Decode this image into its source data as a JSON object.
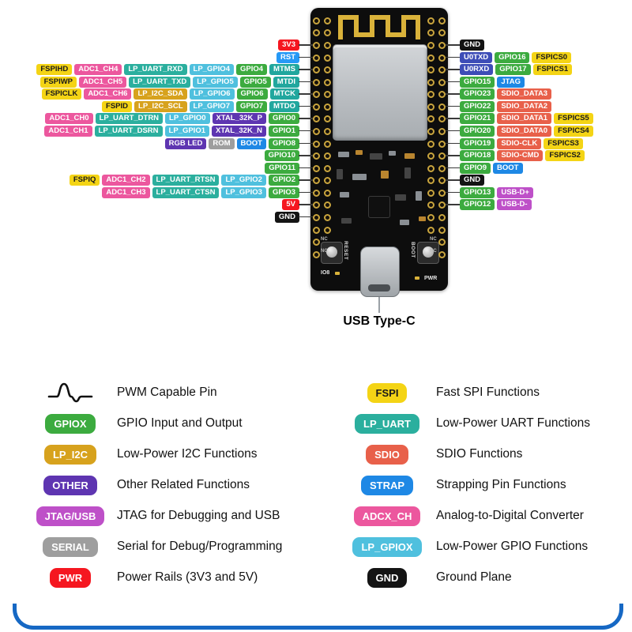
{
  "palette": {
    "gpio": "#3CAB3F",
    "fspi": "#F4D415",
    "lp_uart": "#2BAF9E",
    "lp_gpio": "#4FC0DE",
    "lp_i2c": "#D7A21D",
    "adc": "#EC579E",
    "other": "#5E35B1",
    "jtag_usb": "#BE50C8",
    "serial": "#9E9E9E",
    "strap": "#1E88E5",
    "sdio": "#E8604A",
    "pwr": "#F51720",
    "gnd": "#141414",
    "uart0": "#3D4DB7",
    "rst": "#2699F6",
    "mt": "#21A79E"
  },
  "board": {
    "usb_label": "USB Type-C",
    "silkscreen": {
      "reset": "RESET",
      "boot": "BOOT",
      "io8": "IO8",
      "pwr": "PWR",
      "nc": "NC"
    }
  },
  "pinout": {
    "left_rows": [
      [
        {
          "t": "3V3",
          "c": "pwr"
        }
      ],
      [
        {
          "t": "RST",
          "c": "rst"
        }
      ],
      [
        {
          "t": "FSPIHD",
          "c": "fspi"
        },
        {
          "t": "ADC1_CH4",
          "c": "adc"
        },
        {
          "t": "LP_UART_RXD",
          "c": "lp_uart"
        },
        {
          "t": "LP_GPIO4",
          "c": "lp_gpio"
        },
        {
          "t": "GPIO4",
          "c": "gpio"
        },
        {
          "t": "MTMS",
          "c": "mt"
        }
      ],
      [
        {
          "t": "FSPIWP",
          "c": "fspi"
        },
        {
          "t": "ADC1_CH5",
          "c": "adc"
        },
        {
          "t": "LP_UART_TXD",
          "c": "lp_uart"
        },
        {
          "t": "LP_GPIO5",
          "c": "lp_gpio"
        },
        {
          "t": "GPIO5",
          "c": "gpio"
        },
        {
          "t": "MTDI",
          "c": "mt"
        }
      ],
      [
        {
          "t": "FSPICLK",
          "c": "fspi"
        },
        {
          "t": "ADC1_CH6",
          "c": "adc"
        },
        {
          "t": "LP_I2C_SDA",
          "c": "lp_i2c"
        },
        {
          "t": "LP_GPIO6",
          "c": "lp_gpio"
        },
        {
          "t": "GPIO6",
          "c": "gpio"
        },
        {
          "t": "MTCK",
          "c": "mt"
        }
      ],
      [
        {
          "t": "FSPID",
          "c": "fspi"
        },
        {
          "t": "LP_I2C_SCL",
          "c": "lp_i2c"
        },
        {
          "t": "LP_GPIO7",
          "c": "lp_gpio"
        },
        {
          "t": "GPIO7",
          "c": "gpio"
        },
        {
          "t": "MTDO",
          "c": "mt"
        }
      ],
      [
        {
          "t": "ADC1_CH0",
          "c": "adc"
        },
        {
          "t": "LP_UART_DTRN",
          "c": "lp_uart"
        },
        {
          "t": "LP_GPIO0",
          "c": "lp_gpio"
        },
        {
          "t": "XTAL_32K_P",
          "c": "other"
        },
        {
          "t": "GPIO0",
          "c": "gpio"
        }
      ],
      [
        {
          "t": "ADC1_CH1",
          "c": "adc"
        },
        {
          "t": "LP_UART_DSRN",
          "c": "lp_uart"
        },
        {
          "t": "LP_GPIO1",
          "c": "lp_gpio"
        },
        {
          "t": "XTAL_32K_N",
          "c": "other"
        },
        {
          "t": "GPIO1",
          "c": "gpio"
        }
      ],
      [
        {
          "t": "RGB LED",
          "c": "other"
        },
        {
          "t": "ROM",
          "c": "serial"
        },
        {
          "t": "BOOT",
          "c": "strap"
        },
        {
          "t": "GPIO8",
          "c": "gpio"
        }
      ],
      [
        {
          "t": "GPIO10",
          "c": "gpio"
        }
      ],
      [
        {
          "t": "GPIO11",
          "c": "gpio"
        }
      ],
      [
        {
          "t": "FSPIQ",
          "c": "fspi"
        },
        {
          "t": "ADC1_CH2",
          "c": "adc"
        },
        {
          "t": "LP_UART_RTSN",
          "c": "lp_uart"
        },
        {
          "t": "LP_GPIO2",
          "c": "lp_gpio"
        },
        {
          "t": "GPIO2",
          "c": "gpio"
        }
      ],
      [
        {
          "t": "ADC1_CH3",
          "c": "adc"
        },
        {
          "t": "LP_UART_CTSN",
          "c": "lp_uart"
        },
        {
          "t": "LP_GPIO3",
          "c": "lp_gpio"
        },
        {
          "t": "GPIO3",
          "c": "gpio"
        }
      ],
      [
        {
          "t": "5V",
          "c": "pwr"
        }
      ],
      [
        {
          "t": "GND",
          "c": "gnd"
        }
      ]
    ],
    "right_rows": [
      [
        {
          "t": "GND",
          "c": "gnd"
        }
      ],
      [
        {
          "t": "U0TXD",
          "c": "uart0"
        },
        {
          "t": "GPIO16",
          "c": "gpio"
        },
        {
          "t": "FSPICS0",
          "c": "fspi"
        }
      ],
      [
        {
          "t": "U0RXD",
          "c": "uart0"
        },
        {
          "t": "GPIO17",
          "c": "gpio"
        },
        {
          "t": "FSPICS1",
          "c": "fspi"
        }
      ],
      [
        {
          "t": "GPIO15",
          "c": "gpio"
        },
        {
          "t": "JTAG",
          "c": "strap"
        }
      ],
      [
        {
          "t": "GPIO23",
          "c": "gpio"
        },
        {
          "t": "SDIO_DATA3",
          "c": "sdio"
        }
      ],
      [
        {
          "t": "GPIO22",
          "c": "gpio"
        },
        {
          "t": "SDIO_DATA2",
          "c": "sdio"
        }
      ],
      [
        {
          "t": "GPIO21",
          "c": "gpio"
        },
        {
          "t": "SDIO_DATA1",
          "c": "sdio"
        },
        {
          "t": "FSPICS5",
          "c": "fspi"
        }
      ],
      [
        {
          "t": "GPIO20",
          "c": "gpio"
        },
        {
          "t": "SDIO_DATA0",
          "c": "sdio"
        },
        {
          "t": "FSPICS4",
          "c": "fspi"
        }
      ],
      [
        {
          "t": "GPIO19",
          "c": "gpio"
        },
        {
          "t": "SDIO-CLK",
          "c": "sdio"
        },
        {
          "t": "FSPICS3",
          "c": "fspi"
        }
      ],
      [
        {
          "t": "GPIO18",
          "c": "gpio"
        },
        {
          "t": "SDIO-CMD",
          "c": "sdio"
        },
        {
          "t": "FSPICS2",
          "c": "fspi"
        }
      ],
      [
        {
          "t": "GPIO9",
          "c": "gpio"
        },
        {
          "t": "BOOT",
          "c": "strap"
        }
      ],
      [
        {
          "t": "GND",
          "c": "gnd"
        }
      ],
      [
        {
          "t": "GPIO13",
          "c": "gpio"
        },
        {
          "t": "USB-D+",
          "c": "jtag_usb"
        }
      ],
      [
        {
          "t": "GPIO12",
          "c": "gpio"
        },
        {
          "t": "USB-D-",
          "c": "jtag_usb"
        }
      ]
    ]
  },
  "legend": {
    "left": [
      {
        "type": "pwm-icon",
        "text": "PWM Capable Pin"
      },
      {
        "badge": "GPIOX",
        "c": "gpio",
        "text": "GPIO Input and Output"
      },
      {
        "badge": "LP_I2C",
        "c": "lp_i2c",
        "text": "Low-Power I2C Functions"
      },
      {
        "badge": "OTHER",
        "c": "other",
        "text": "Other Related Functions"
      },
      {
        "badge": "JTAG/USB",
        "c": "jtag_usb",
        "text": "JTAG for Debugging and USB"
      },
      {
        "badge": "SERIAL",
        "c": "serial",
        "text": "Serial for Debug/Programming"
      },
      {
        "badge": "PWR",
        "c": "pwr",
        "text": "Power Rails (3V3 and 5V)"
      }
    ],
    "right": [
      {
        "badge": "FSPI",
        "c": "fspi",
        "text": "Fast SPI Functions"
      },
      {
        "badge": "LP_UART",
        "c": "lp_uart",
        "text": "Low-Power UART Functions"
      },
      {
        "badge": "SDIO",
        "c": "sdio",
        "text": "SDIO Functions"
      },
      {
        "badge": "STRAP",
        "c": "strap",
        "text": "Strapping Pin Functions"
      },
      {
        "badge": "ADCX_CH",
        "c": "adc",
        "text": "Analog-to-Digital Converter"
      },
      {
        "badge": "LP_GPIOX",
        "c": "lp_gpio",
        "text": "Low-Power GPIO Functions"
      },
      {
        "badge": "GND",
        "c": "gnd",
        "text": "Ground Plane"
      }
    ]
  }
}
